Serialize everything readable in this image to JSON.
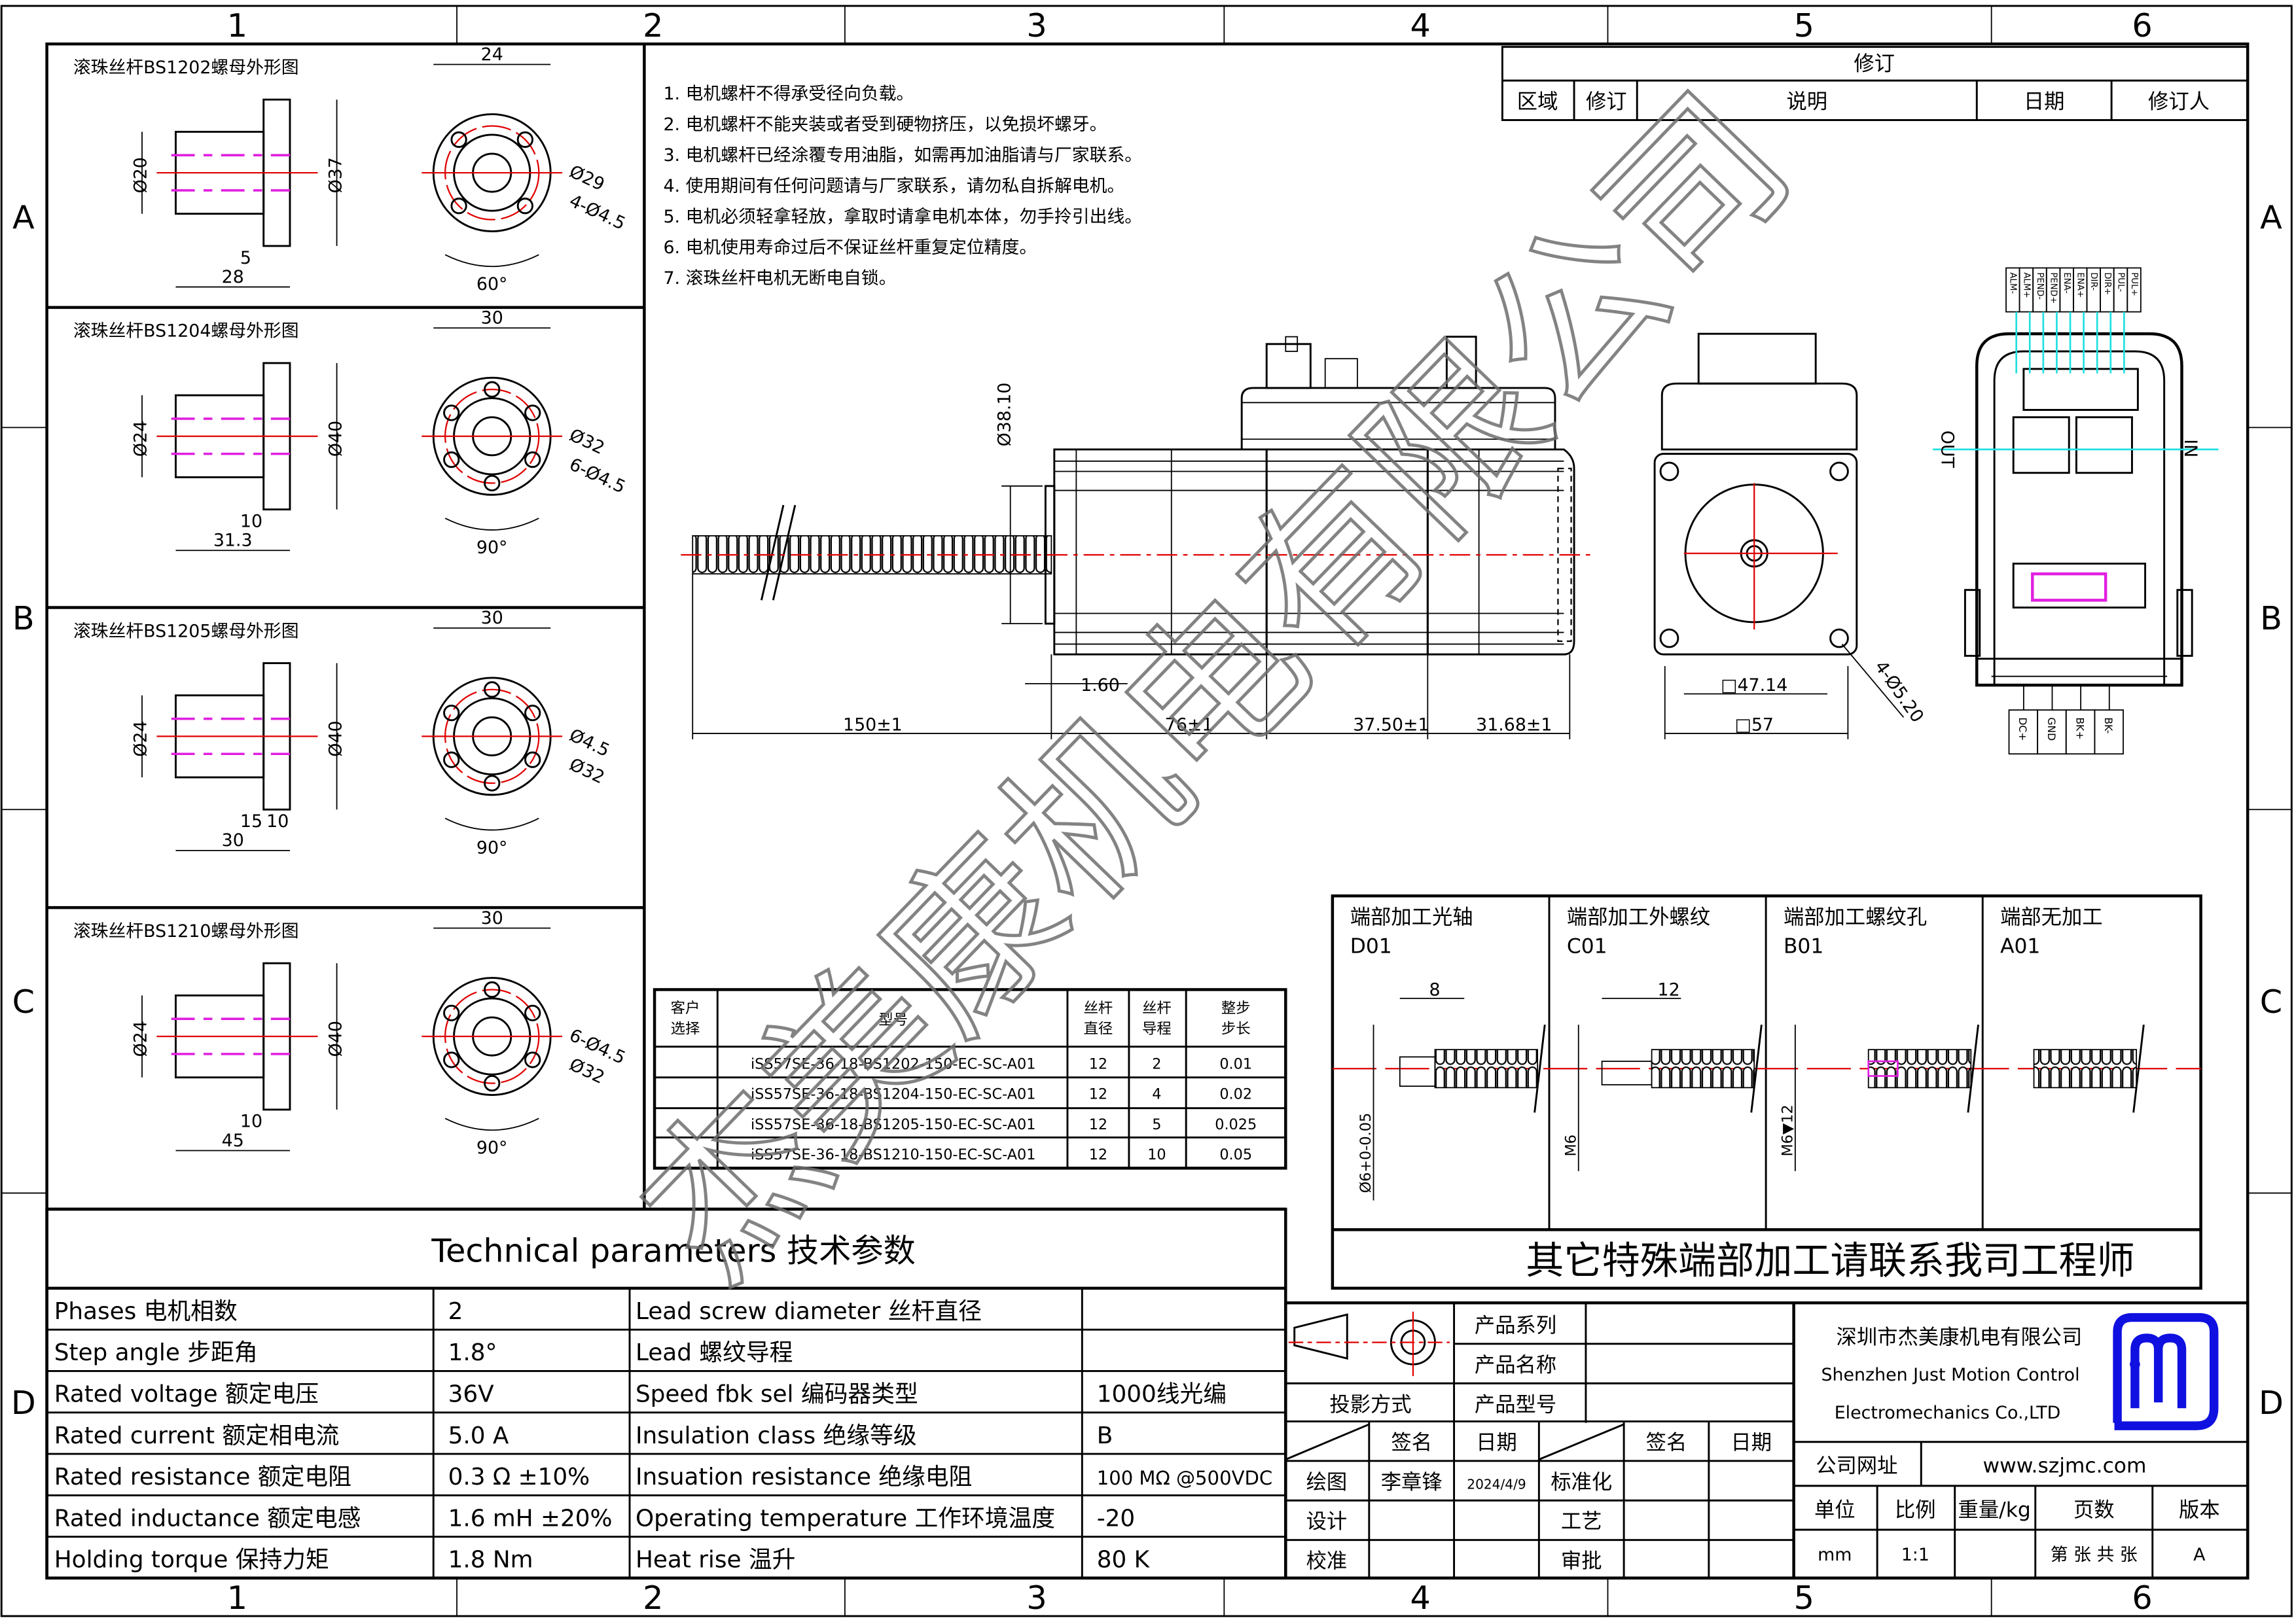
{
  "grid": {
    "cols": [
      "1",
      "2",
      "3",
      "4",
      "5",
      "6"
    ],
    "rows": [
      "A",
      "B",
      "C",
      "D"
    ]
  },
  "nut_drawings": [
    {
      "title": "滚珠丝杆BS1202螺母外形图",
      "body_dia": "Ø20",
      "flange_dia": "Ø37",
      "top_width": "24",
      "upper_dims": [
        "5",
        ""
      ],
      "total_dim": "28",
      "labels": [
        "Ø29",
        "4-Ø4.5"
      ],
      "angle": "60°"
    },
    {
      "title": "滚珠丝杆BS1204螺母外形图",
      "body_dia": "Ø24",
      "flange_dia": "Ø40",
      "top_width": "30",
      "upper_dims": [
        "10",
        ""
      ],
      "total_dim": "31.3",
      "labels": [
        "Ø32",
        "6-Ø4.5"
      ],
      "angle": "90°"
    },
    {
      "title": "滚珠丝杆BS1205螺母外形图",
      "body_dia": "Ø24",
      "flange_dia": "Ø40",
      "top_width": "30",
      "upper_dims": [
        "15",
        "10"
      ],
      "total_dim": "30",
      "labels": [
        "Ø4.5",
        "Ø32"
      ],
      "angle": "90°"
    },
    {
      "title": "滚珠丝杆BS1210螺母外形图",
      "body_dia": "Ø24",
      "flange_dia": "Ø40",
      "top_width": "30",
      "upper_dims": [
        "10",
        ""
      ],
      "total_dim": "45",
      "labels": [
        "6-Ø4.5",
        "Ø32"
      ],
      "angle": "90°"
    }
  ],
  "notes": [
    "1.  电机螺杆不得承受径向负载。",
    "2.  电机螺杆不能夹装或者受到硬物挤压，以免损坏螺牙。",
    "3.  电机螺杆已经涂覆专用油脂，如需再加油脂请与厂家联系。",
    "4.  使用期间有任何问题请与厂家联系，请勿私自拆解电机。",
    "5.  电机必须轻拿轻放，拿取时请拿电机本体，勿手拎引出线。",
    "6.  电机使用寿命过后不保证丝杆重复定位精度。",
    "7.  滚珠丝杆电机无断电自锁。"
  ],
  "revision": {
    "title": "修订",
    "columns": [
      "区域",
      "修订",
      "说明",
      "日期",
      "修订人"
    ]
  },
  "main_view": {
    "pilot_dia": "Ø38.10",
    "pilot_height": "1.60",
    "lengths": [
      "150±1",
      "76±1",
      "37.50±1",
      "31.68±1"
    ]
  },
  "front_view": {
    "hole_spacing": "□47.14",
    "flange_size": "□57",
    "holes": "4-Ø5.20"
  },
  "side_view": {
    "io_labels": [
      "ALM-",
      "ALM+",
      "PEND-",
      "PEND+",
      "ENA-",
      "ENA+",
      "DIR-",
      "DIR+",
      "PUL-",
      "PUL+"
    ],
    "out_label": "OUT",
    "in_label": "IN",
    "power_labels": [
      "DC+",
      "GND",
      "BK+",
      "BK-"
    ]
  },
  "model_table": {
    "headers": [
      [
        "客户",
        "选择"
      ],
      [
        "型号"
      ],
      [
        "丝杆",
        "直径"
      ],
      [
        "丝杆",
        "导程"
      ],
      [
        "整步",
        "步长"
      ]
    ],
    "rows": [
      [
        "",
        "iSS57SE-36-18-BS1202-150-EC-SC-A01",
        "12",
        "2",
        "0.01"
      ],
      [
        "",
        "iSS57SE-36-18-BS1204-150-EC-SC-A01",
        "12",
        "4",
        "0.02"
      ],
      [
        "",
        "iSS57SE-36-18-BS1205-150-EC-SC-A01",
        "12",
        "5",
        "0.025"
      ],
      [
        "",
        "iSS57SE-36-18-BS1210-150-EC-SC-A01",
        "12",
        "10",
        "0.05"
      ]
    ]
  },
  "end_machining": {
    "options": [
      {
        "title": "端部加工光轴",
        "code": "D01",
        "length": "8",
        "spec": "Ø6+0-0.05"
      },
      {
        "title": "端部加工外螺纹",
        "code": "C01",
        "length": "12",
        "spec": "M6"
      },
      {
        "title": "端部加工螺纹孔",
        "code": "B01",
        "length": "",
        "spec": "M6▼12"
      },
      {
        "title": "端部无加工",
        "code": "A01",
        "length": "",
        "spec": ""
      }
    ],
    "footer": "其它特殊端部加工请联系我司工程师"
  },
  "tech_params": {
    "title": "Technical parameters 技术参数",
    "rows": [
      [
        "Phases 电机相数",
        "2",
        "Lead screw diameter 丝杆直径",
        ""
      ],
      [
        "Step angle 步距角",
        "1.8°",
        "Lead 螺纹导程",
        ""
      ],
      [
        "Rated voltage 额定电压",
        "36V",
        "Speed fbk sel  编码器类型",
        "1000线光编"
      ],
      [
        "Rated current 额定相电流",
        "5.0 A",
        "Insulation class 绝缘等级",
        "B"
      ],
      [
        "Rated resistance 额定电阻",
        "0.3 Ω  ±10%",
        "Insuation resistance 绝缘电阻",
        "100 MΩ @500VDC"
      ],
      [
        "Rated inductance 额定电感",
        "1.6 mH ±20%",
        "Operating temperature 工作环境温度",
        "-20"
      ],
      [
        "Holding torque 保持力矩",
        "1.8 Nm",
        "Heat rise 温升",
        "80 K"
      ]
    ]
  },
  "title_block": {
    "product_series": "产品系列",
    "product_name": "产品名称",
    "product_model": "产品型号",
    "projection": "投影方式",
    "sign_headers": [
      "签名",
      "日期",
      "签名",
      "日期"
    ],
    "sign_rows": [
      [
        "绘图",
        "李章锋",
        "2024/4/9",
        "标准化"
      ],
      [
        "设计",
        "",
        "",
        "工艺"
      ],
      [
        "校准",
        "",
        "",
        "审批"
      ]
    ],
    "company_cn": "深圳市杰美康机电有限公司",
    "company_en": [
      "Shenzhen Just Motion Control",
      "Electromechanics Co.,LTD"
    ],
    "website_label": "公司网址",
    "website": "www.szjmc.com",
    "info_headers": [
      "单位",
      "比例",
      "重量/kg",
      "页数",
      "版本"
    ],
    "info_values": [
      "mm",
      "1:1",
      "",
      "第 张 共 张",
      "A"
    ],
    "logo_color": "#1010e0"
  },
  "watermark": "杰美康机电有限公司"
}
